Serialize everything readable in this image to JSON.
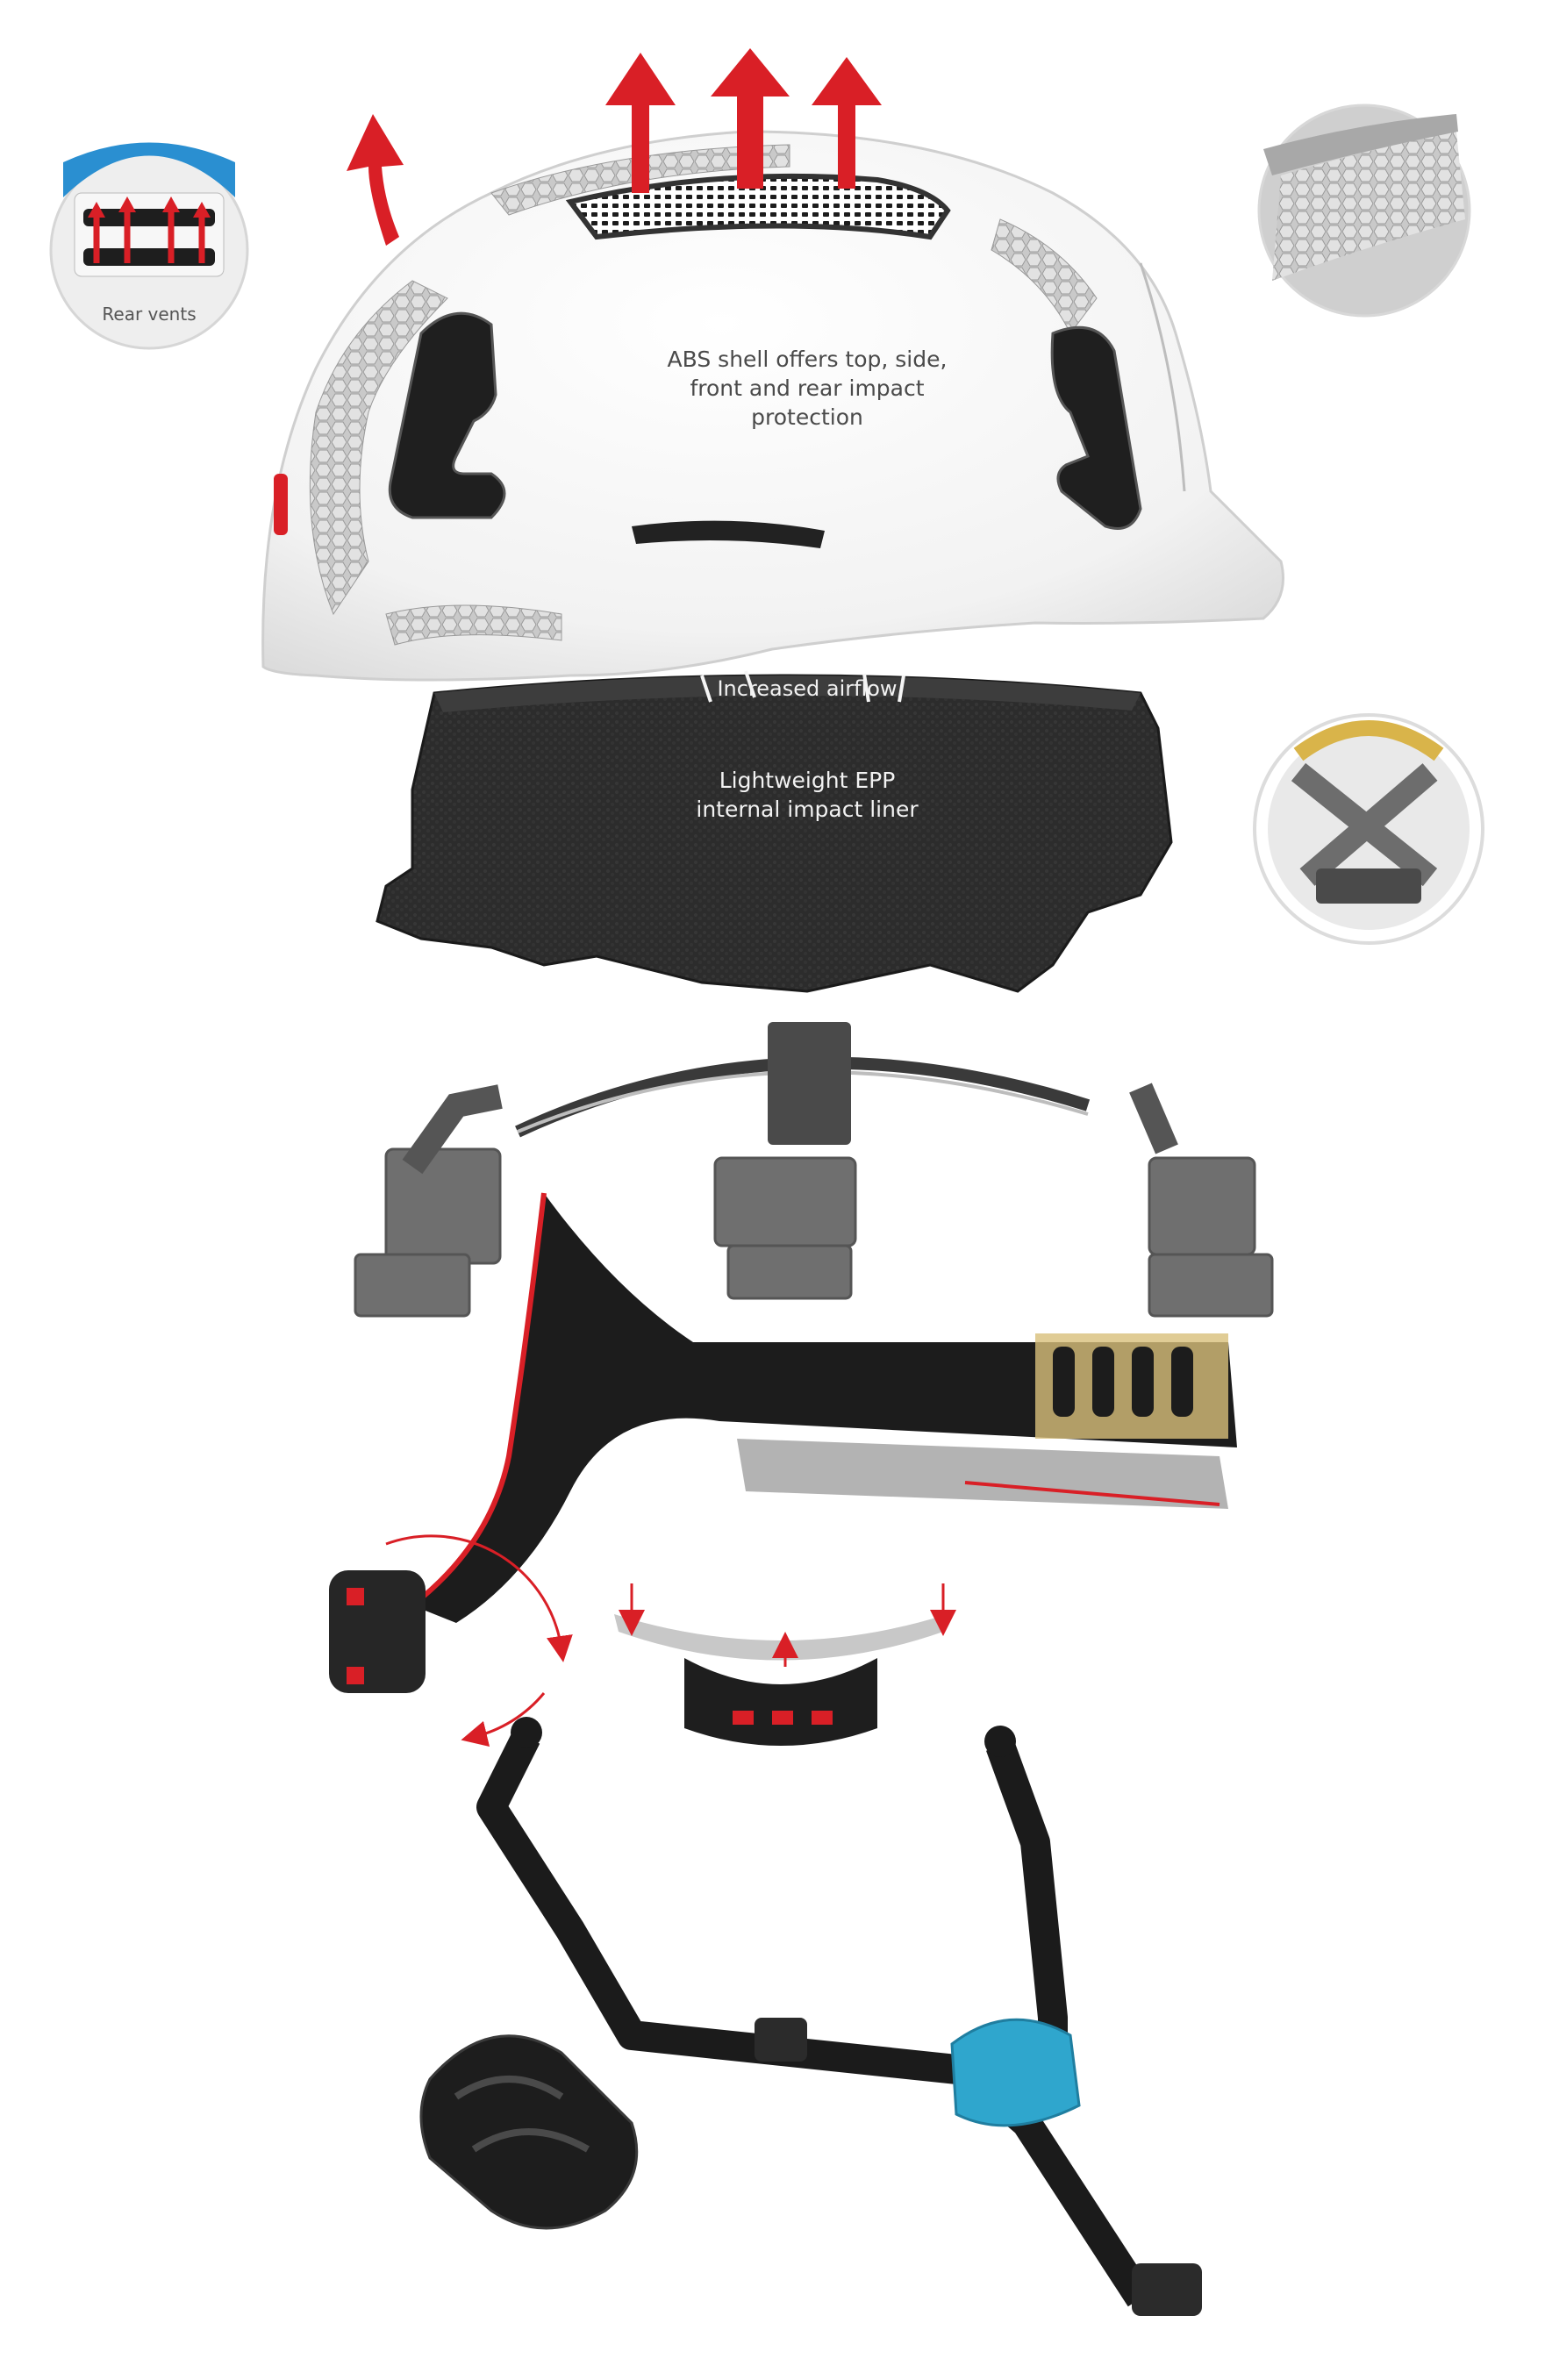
{
  "labels": {
    "rear_vents": "Rear vents",
    "shell": "ABS shell offers top, side,\nfront and rear impact\nprotection",
    "airflow": "Increased airflow",
    "liner": "Lightweight EPP\ninternal impact liner"
  },
  "colors": {
    "accent_red": "#d91f26",
    "strap_blue": "#2fa6cd",
    "shell_white": "#f4f4f4",
    "foam_black": "#2a2a2a",
    "reflective_grey": "#bfbfbf",
    "harness_grey": "#7a7a7a"
  }
}
